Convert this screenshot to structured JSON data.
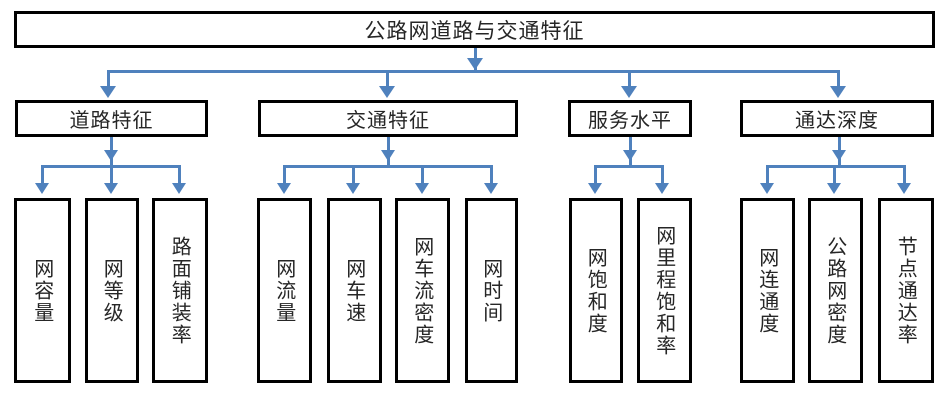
{
  "diagram": {
    "title": "公路网道路与交通特征",
    "type": "hierarchy-tree",
    "orientation": "top-down",
    "levels": 3,
    "colors": {
      "box_border": "#000000",
      "box_fill": "#ffffff",
      "text": "#262626",
      "connector": "#4f81bd",
      "background": "#ffffff"
    },
    "root": {
      "label": "公路网道路与交通特征",
      "id": "root"
    },
    "branches": [
      {
        "id": "branch-road-characteristics",
        "label": "道路特征",
        "leaves": [
          {
            "id": "leaf-net-capacity",
            "label": "网容量"
          },
          {
            "id": "leaf-net-grade",
            "label": "网等级"
          },
          {
            "id": "leaf-pavement-rate",
            "label": "路面铺装率"
          }
        ]
      },
      {
        "id": "branch-traffic-characteristics",
        "label": "交通特征",
        "leaves": [
          {
            "id": "leaf-net-flow",
            "label": "网流量"
          },
          {
            "id": "leaf-net-speed",
            "label": "网车速"
          },
          {
            "id": "leaf-net-vehicle-density",
            "label": "网车流密度"
          },
          {
            "id": "leaf-net-time",
            "label": "网时间"
          }
        ]
      },
      {
        "id": "branch-service-level",
        "label": "服务水平",
        "leaves": [
          {
            "id": "leaf-net-saturation",
            "label": "网饱和度"
          },
          {
            "id": "leaf-net-mileage-saturation-rate",
            "label": "网里程饱和率"
          }
        ]
      },
      {
        "id": "branch-accessibility-depth",
        "label": "通达深度",
        "leaves": [
          {
            "id": "leaf-net-connectivity",
            "label": "网连通度"
          },
          {
            "id": "leaf-road-net-density",
            "label": "公路网密度"
          },
          {
            "id": "leaf-node-accessibility-rate",
            "label": "节点通达率"
          }
        ]
      }
    ]
  }
}
